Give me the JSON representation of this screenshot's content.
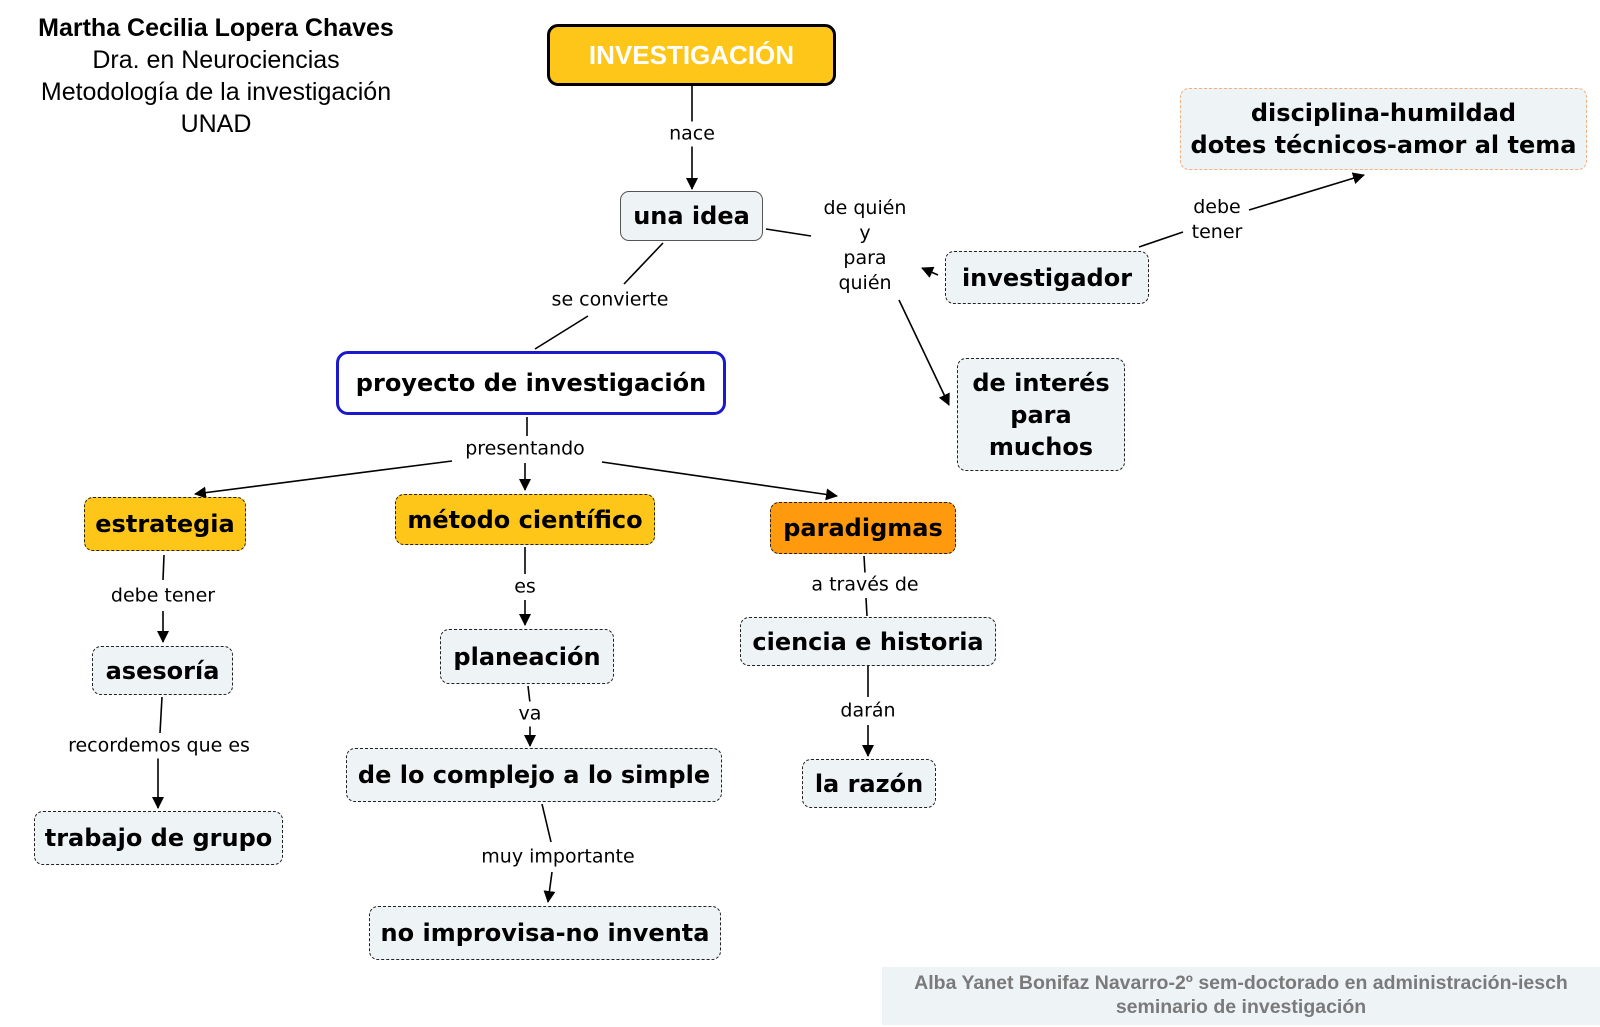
{
  "author": {
    "name": "Martha Cecilia Lopera Chaves",
    "degree": "Dra. en Neurociencias",
    "course": "Metodología de la investigación",
    "institution": "UNAD"
  },
  "nodes": {
    "root": "INVESTIGACIÓN",
    "idea": "una idea",
    "proyecto": "proyecto de investigación",
    "investigador": "investigador",
    "interes": "de interés\npara\nmuchos",
    "cualidades": "disciplina-humildad\ndotes técnicos-amor al tema",
    "estrategia": "estrategia",
    "metodo": "método científico",
    "paradigmas": "paradigmas",
    "asesoria": "asesoría",
    "planeacion": "planeación",
    "ciencia": "ciencia e historia",
    "trabajo": "trabajo de grupo",
    "complejo": "de lo complejo a lo simple",
    "razon": "la razón",
    "improvisa": "no improvisa-no inventa"
  },
  "links": {
    "nace": "nace",
    "de_quien": "de quién\ny\npara\nquién",
    "debe_tener_inv": "debe\ntener",
    "se_convierte": "se convierte",
    "presentando": "presentando",
    "debe_tener": "debe tener",
    "es": "es",
    "a_traves": "a través de",
    "recordemos": "recordemos que es",
    "va": "va",
    "daran": "darán",
    "muy_importante": "muy importante"
  },
  "footer": {
    "line1": "Alba Yanet Bonifaz Navarro-2º sem-doctorado en administración-iesch",
    "line2": "seminario de investigación"
  },
  "colors": {
    "node_fill": "#eef3f5",
    "yellow": "#ffc61a",
    "orange": "#ff9a0f",
    "highlight_border": "#1a1acc",
    "cualidades_border": "#f0b080",
    "footer_text": "#7a7a7a"
  }
}
